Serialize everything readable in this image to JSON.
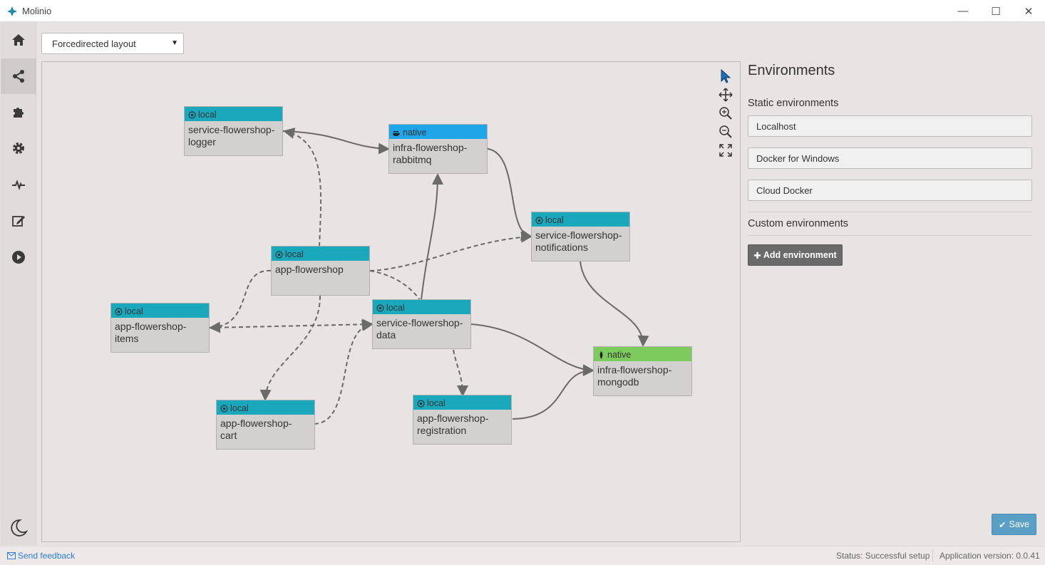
{
  "window": {
    "title": "Molinio",
    "minimize": "—",
    "maximize": "☐",
    "close": "✕"
  },
  "sidebar": {
    "items": [
      {
        "name": "home",
        "icon": "home-icon"
      },
      {
        "name": "graph",
        "icon": "share-icon",
        "active": true
      },
      {
        "name": "plugins",
        "icon": "puzzle-icon"
      },
      {
        "name": "settings",
        "icon": "gear-icon"
      },
      {
        "name": "monitor",
        "icon": "pulse-icon"
      },
      {
        "name": "edit",
        "icon": "edit-icon"
      },
      {
        "name": "run",
        "icon": "play-icon"
      }
    ],
    "theme_icon": "moon-icon"
  },
  "layout_select": {
    "value": "Forcedirected layout",
    "caret": "▼"
  },
  "graph": {
    "nodes": [
      {
        "id": "logger",
        "env": "local",
        "kind": "local",
        "name": "service-flowershop-\nlogger"
      },
      {
        "id": "rabbitmq",
        "env": "native",
        "kind": "docker",
        "name": "infra-flowershop-\nrabbitmq"
      },
      {
        "id": "notifications",
        "env": "local",
        "kind": "local",
        "name": "service-flowershop-\nnotifications"
      },
      {
        "id": "app",
        "env": "local",
        "kind": "local",
        "name": "app-flowershop"
      },
      {
        "id": "items",
        "env": "local",
        "kind": "local",
        "name": "app-flowershop-\nitems"
      },
      {
        "id": "data",
        "env": "local",
        "kind": "local",
        "name": "service-flowershop-\ndata"
      },
      {
        "id": "mongodb",
        "env": "native",
        "kind": "mongo",
        "name": "infra-flowershop-\nmongodb"
      },
      {
        "id": "cart",
        "env": "local",
        "kind": "local",
        "name": "app-flowershop-\ncart"
      },
      {
        "id": "registration",
        "env": "local",
        "kind": "local",
        "name": "app-flowershop-\nregistration"
      }
    ],
    "edges": [
      {
        "from": "logger",
        "to": "rabbitmq",
        "style": "solid"
      },
      {
        "from": "rabbitmq",
        "to": "notifications",
        "style": "solid"
      },
      {
        "from": "notifications",
        "to": "mongodb",
        "style": "solid"
      },
      {
        "from": "data",
        "to": "rabbitmq",
        "style": "solid"
      },
      {
        "from": "data",
        "to": "mongodb",
        "style": "solid"
      },
      {
        "from": "registration",
        "to": "mongodb",
        "style": "solid"
      },
      {
        "from": "app",
        "to": "logger",
        "style": "dashed"
      },
      {
        "from": "app",
        "to": "notifications",
        "style": "dashed"
      },
      {
        "from": "app",
        "to": "items",
        "style": "dashed"
      },
      {
        "from": "app",
        "to": "cart",
        "style": "dashed"
      },
      {
        "from": "app",
        "to": "data",
        "style": "dashed"
      },
      {
        "from": "items",
        "to": "data",
        "style": "dashed"
      },
      {
        "from": "cart",
        "to": "data",
        "style": "dashed"
      },
      {
        "from": "data",
        "to": "registration",
        "style": "dashed"
      }
    ],
    "tools": [
      "pointer-icon",
      "move-icon",
      "zoom-in-icon",
      "zoom-out-icon",
      "fit-screen-icon"
    ]
  },
  "environments": {
    "title": "Environments",
    "static_title": "Static environments",
    "static": [
      "Localhost",
      "Docker for Windows",
      "Cloud Docker"
    ],
    "custom_title": "Custom environments",
    "add_button": "Add environment"
  },
  "save_button": "Save",
  "statusbar": {
    "feedback": "Send feedback",
    "status": "Status: Successful setup",
    "version": "Application version: 0.0.41"
  }
}
